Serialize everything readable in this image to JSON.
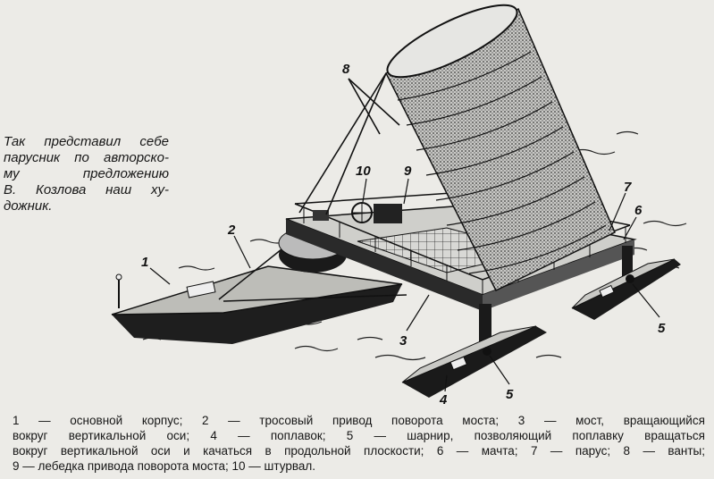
{
  "caption": {
    "lines": [
      "Так представил себе",
      "парусник по авторско-",
      "му предложению",
      "В. Козлова наш ху-",
      "дожник."
    ]
  },
  "labels": {
    "l1": "1",
    "l2": "2",
    "l3": "3",
    "l4": "4",
    "l5a": "5",
    "l5b": "5",
    "l6": "6",
    "l7": "7",
    "l8": "8",
    "l9": "9",
    "l10": "10"
  },
  "legend": {
    "lines": [
      "1 — основной корпус; 2 — тросовый привод поворота моста; 3 — мост, вращающийся",
      "вокруг вертикальной оси; 4 — поплавок; 5 — шарнир, позволяющий поплавку вращаться",
      "вокруг вертикальной оси и качаться в продольной плоскости; 6 — мачта; 7 — парус; 8 — ванты;",
      "9 — лебедка привода поворота моста; 10 — штурвал."
    ]
  }
}
